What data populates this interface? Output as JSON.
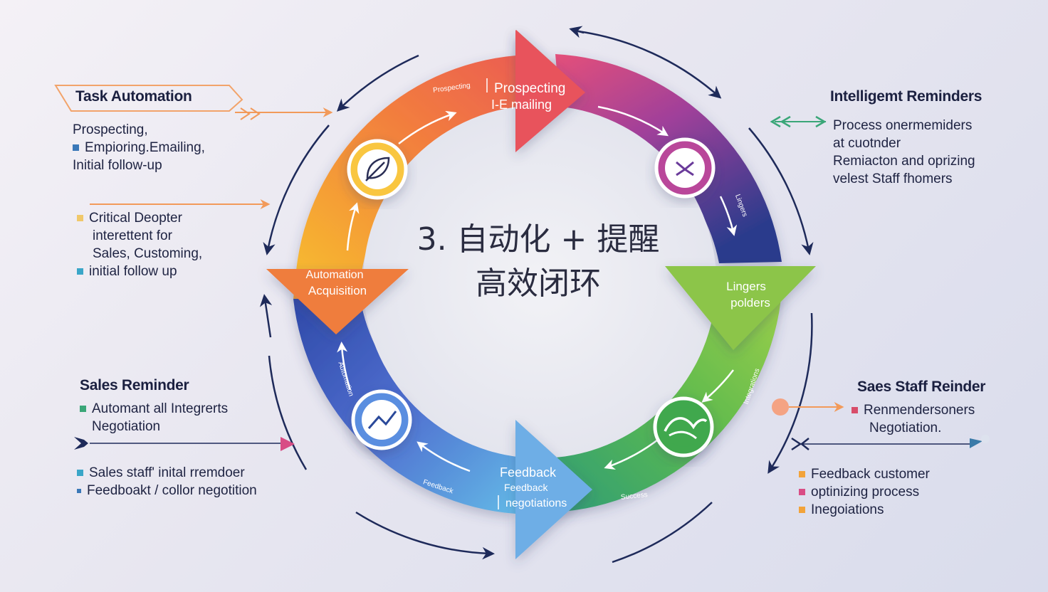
{
  "center": {
    "line1": "3. 自动化 + 提醒",
    "line2": "高效闭环"
  },
  "ring_labels": {
    "top": [
      "Prospecting",
      "I-E mailing"
    ],
    "top_small": "Prospecting",
    "left": [
      "Automation",
      "Acquisition"
    ],
    "right": [
      "Lingers",
      "polders"
    ],
    "bottom": [
      "Feedback",
      "Feedback",
      "negotiations"
    ],
    "small_right": "Lingers",
    "small_left": "Automation",
    "small_bottom_left": "Feedback",
    "small_bottom": "Success",
    "small_lower_right": "Integrations"
  },
  "panels": {
    "task_automation": {
      "title": "Task Automation",
      "lines": [
        "Prospecting,",
        "Empioring.Emailing,",
        "Initial follow-up"
      ]
    },
    "critical": {
      "lines": [
        "Critical Deopter",
        "interettent for",
        "Sales, Customing,",
        "initial follow up"
      ]
    },
    "intelligent_reminders": {
      "title": "Intelligemt Reminders",
      "lines": [
        "Process onermemiders",
        "at cuotnder",
        "Remiacton and oprizing",
        "velest Staff fhomers"
      ]
    },
    "sales_reminder": {
      "title": "Sales Reminder",
      "lines": [
        "Automant all Integrerts",
        "Negotiation"
      ]
    },
    "sales_bottom": {
      "lines": [
        "Sales staff' inital rremdoer",
        "Feedboakt / collor negotition"
      ]
    },
    "sales_staff": {
      "title": "Saes Staff Reinder",
      "lines": [
        "Renmendersoners",
        "Negotiation."
      ]
    },
    "feedback": {
      "lines": [
        "Feedback customer",
        "optinizing process",
        "Inegoiations"
      ]
    }
  },
  "colors": {
    "orange": "#f39a3a",
    "red": "#e7525c",
    "magenta": "#c8468c",
    "purple": "#5a3e9a",
    "navy": "#2b3f8a",
    "green": "#6cbb4b",
    "teal": "#3aa678",
    "blue": "#3d63c8",
    "sky": "#5ab0e4",
    "yellow": "#f6c53c",
    "pink": "#d94d85",
    "arrow_navy": "#1e2a5a"
  },
  "icons": [
    "leaf-icon",
    "x-icon",
    "chart-icon",
    "bird-icon"
  ]
}
